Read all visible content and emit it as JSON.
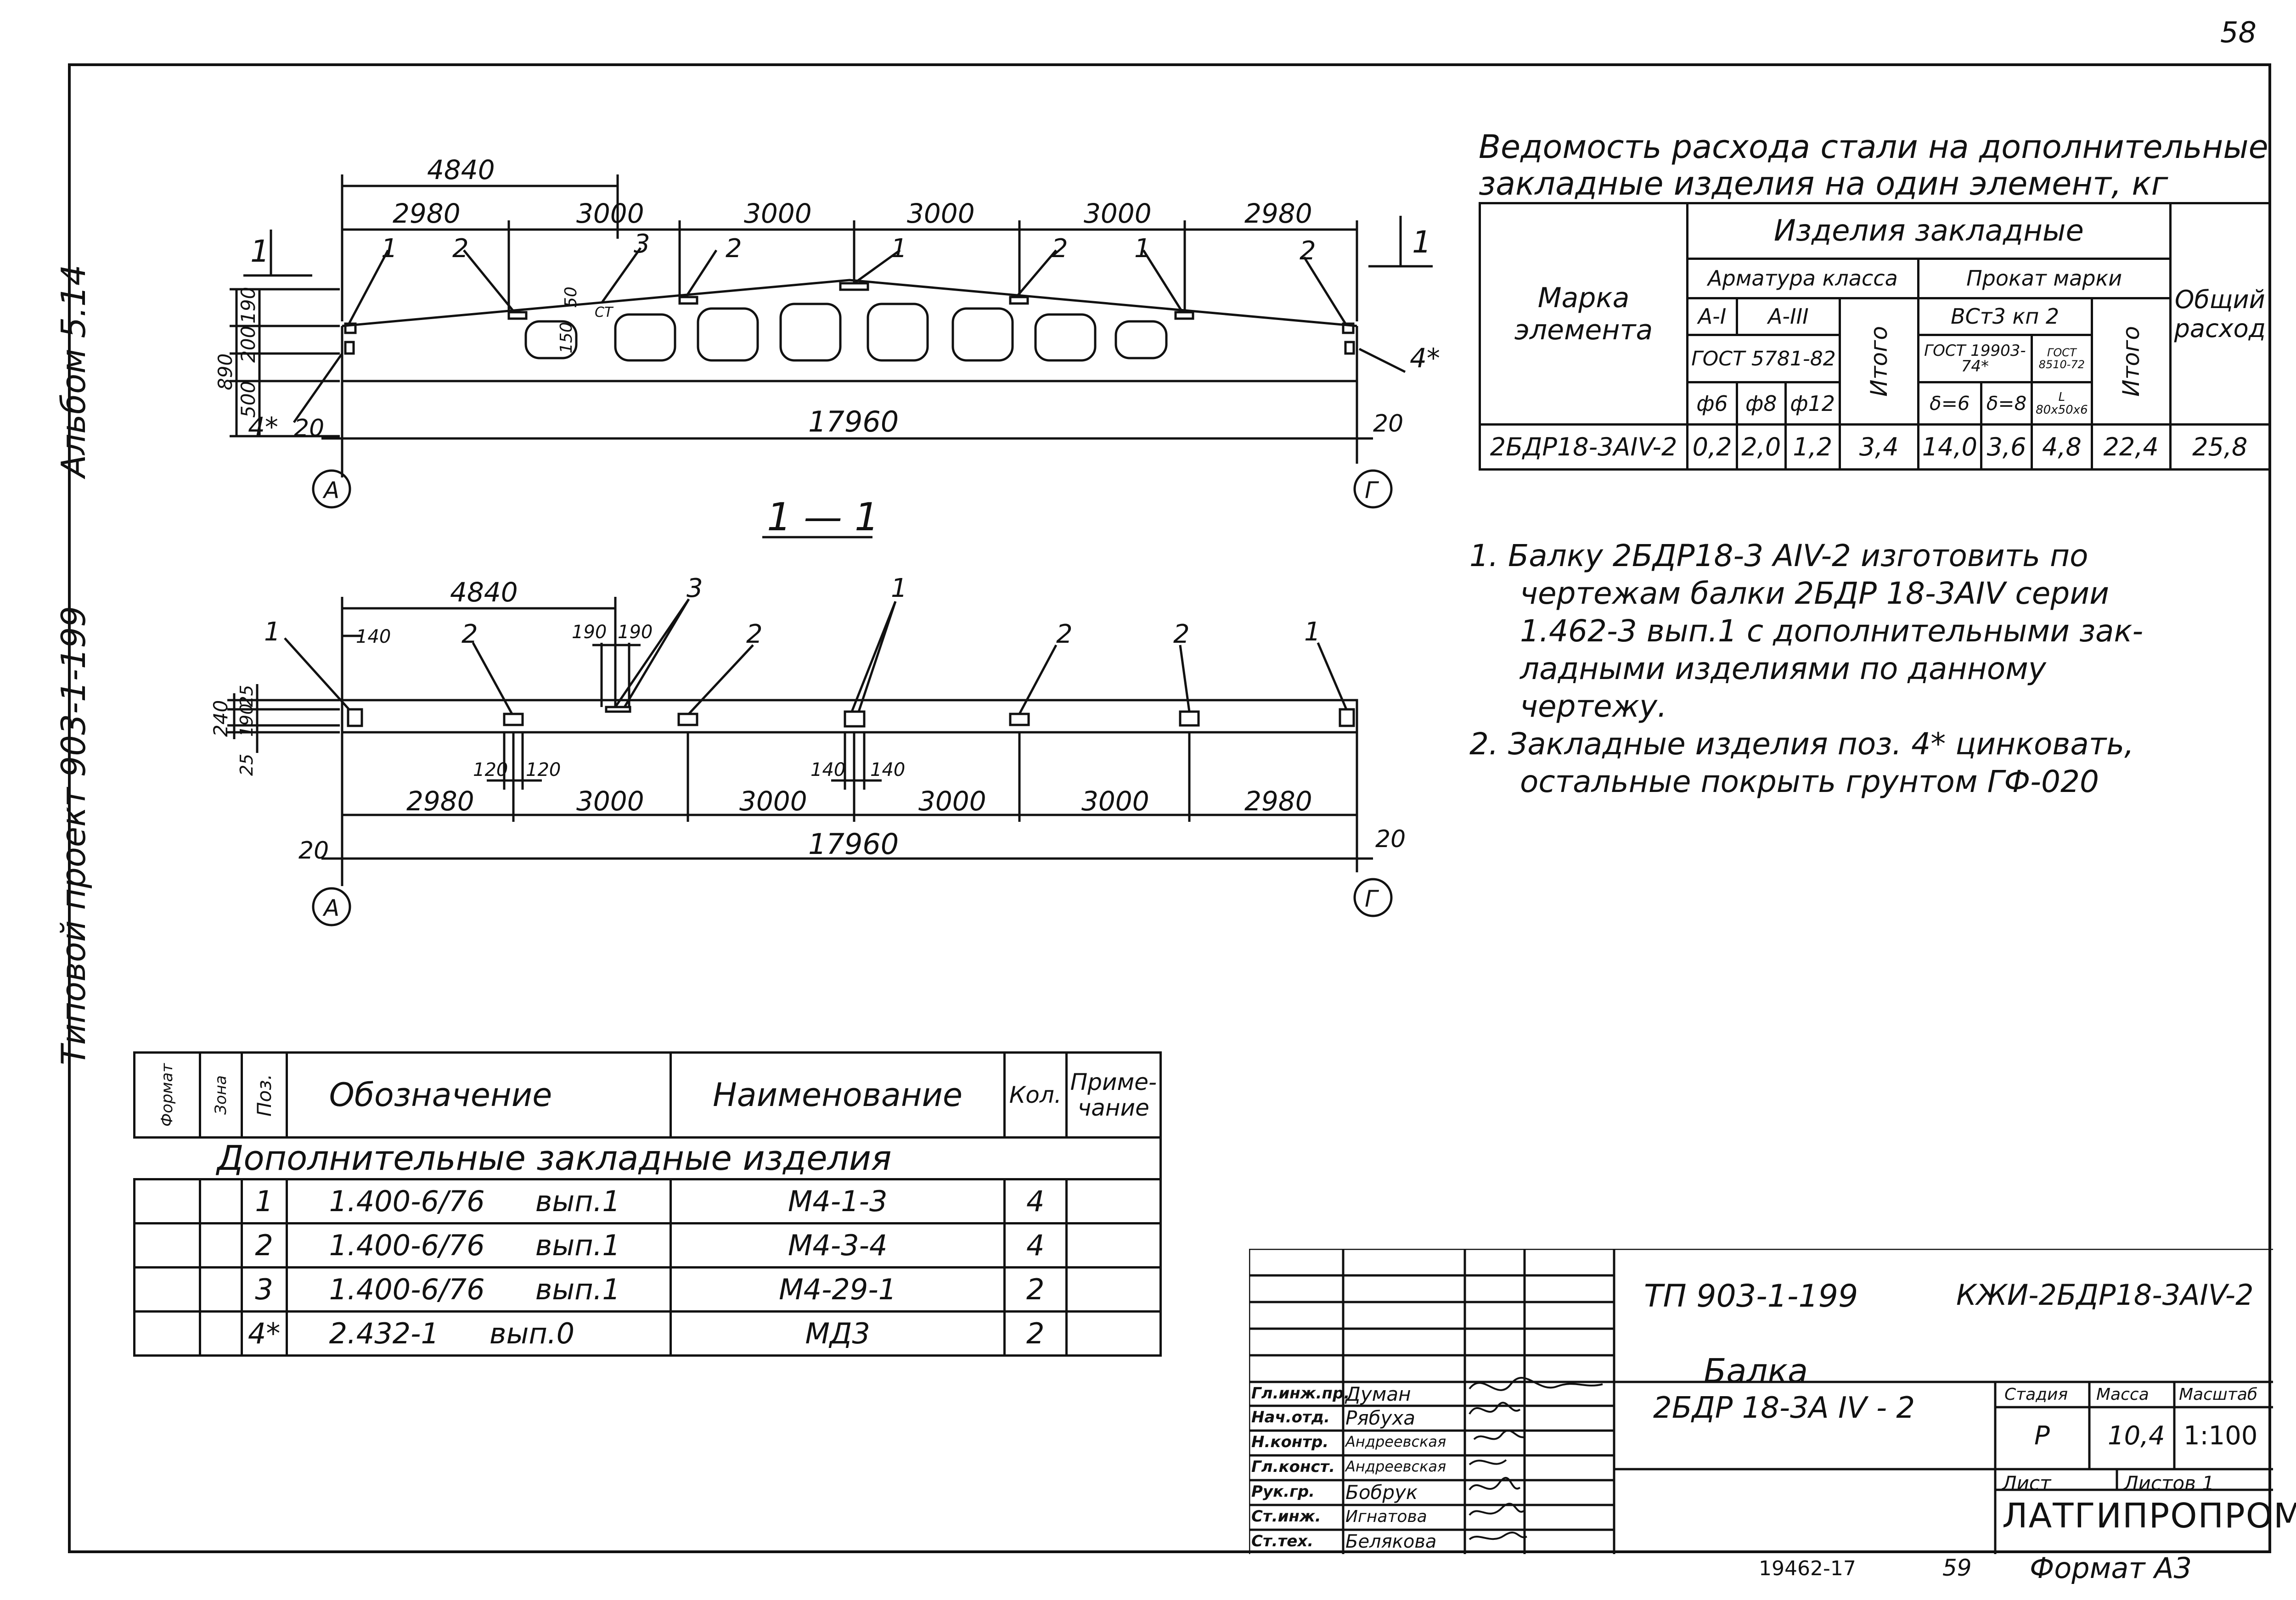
{
  "page_number": "58",
  "side_title": {
    "album": "Альбом 5.14",
    "project": "Типовой проект 903-1-199"
  },
  "elevation": {
    "dims_top": [
      "4840",
      "2980",
      "3000",
      "3000",
      "3000",
      "3000",
      "2980"
    ],
    "total": "17960",
    "heights": [
      "190",
      "200",
      "500",
      "890"
    ],
    "small": [
      "50",
      "150",
      "20",
      "20"
    ],
    "positions": [
      "1",
      "2",
      "3",
      "1",
      "2",
      "2",
      "1",
      "2"
    ],
    "pos4": "4*",
    "axes": [
      "А",
      "Г"
    ],
    "section_mark": "1",
    "misc": "СТ"
  },
  "section_title": "1 — 1",
  "plan": {
    "dims_top": [
      "4840",
      "140",
      "190",
      "190"
    ],
    "dims_inner": [
      "120",
      "120",
      "140",
      "140"
    ],
    "dims_bottom": [
      "2980",
      "3000",
      "3000",
      "3000",
      "3000",
      "2980"
    ],
    "total": "17960",
    "heights": [
      "240",
      "25",
      "190",
      "25"
    ],
    "ends": [
      "20",
      "20"
    ],
    "positions": [
      "1",
      "2",
      "3",
      "2",
      "1",
      "2",
      "2",
      "1"
    ]
  },
  "steel_table": {
    "title_line1": "Ведомость расхода стали на дополнительные",
    "title_line2": "закладные изделия на один элемент, кг",
    "h_marka": "Марка элемента",
    "h_izdelia": "Изделия закладные",
    "h_armatura": "Арматура класса",
    "h_prokat": "Прокат марки",
    "h_obshiy": "Общий расход",
    "h_a1": "А-I",
    "h_a3": "А-III",
    "h_itogo": "Итого",
    "h_vst": "ВСт3 кп 2",
    "h_gost5781": "ГОСТ 5781-82",
    "h_gost19903": "ГОСТ 19903-74*",
    "h_gost8510": "ГОСТ 8510-72",
    "h_ugolok": "L 80x50x6",
    "h_d6": "ф6",
    "h_d8": "ф8",
    "h_d12": "ф12",
    "h_t6": "δ=6",
    "h_t8": "δ=8",
    "row": [
      "2БДР18-3АIV-2",
      "0,2",
      "2,0",
      "1,2",
      "3,4",
      "14,0",
      "3,6",
      "4,8",
      "22,4",
      "25,8"
    ]
  },
  "notes": [
    "1. Балку 2БДР18-3 АIV-2 изготовить по",
    "чертежам балки 2БДР 18-3АIV серии",
    "1.462-3 вып.1 с дополнительными зак-",
    "ладными изделиями по данному",
    "чертежу.",
    "2. Закладные изделия поз. 4* цинковать,",
    "остальные покрыть грунтом ГФ-020"
  ],
  "spec": {
    "h_format": "Формат",
    "h_zona": "Зона",
    "h_poz": "Поз.",
    "h_oboz": "Обозначение",
    "h_naim": "Наименование",
    "h_kol": "Кол.",
    "h_prim": "Приме- чание",
    "section": "Дополнительные закладные изделия",
    "rows": [
      {
        "poz": "1",
        "oboz": "1.400-6/76",
        "vyp": "вып.1",
        "naim": "М4-1-3",
        "kol": "4"
      },
      {
        "poz": "2",
        "oboz": "1.400-6/76",
        "vyp": "вып.1",
        "naim": "М4-3-4",
        "kol": "4"
      },
      {
        "poz": "3",
        "oboz": "1.400-6/76",
        "vyp": "вып.1",
        "naim": "М4-29-1",
        "kol": "2"
      },
      {
        "poz": "4*",
        "oboz": "2.432-1",
        "vyp": "вып.0",
        "naim": "МД3",
        "kol": "2"
      }
    ]
  },
  "stamp": {
    "code": "ТП 903-1-199",
    "sheet_code": "КЖИ-2БДР18-3АIV-2",
    "name1": "Балка",
    "name2": "2БДР 18-3А IV - 2",
    "h_stadia": "Стадия",
    "h_massa": "Масса",
    "h_masshtab": "Масштаб",
    "stadia": "Р",
    "massa": "10,4",
    "masshtab": "1:100",
    "list": "Лист",
    "listov": "Листов 1",
    "org": "ЛАТГИПРОПРОМ",
    "people": [
      {
        "role": "Гл.инж.пр.",
        "name": "Думан"
      },
      {
        "role": "Нач.отд.",
        "name": "Рябуха"
      },
      {
        "role": "Н.контр.",
        "name": "Андреевская"
      },
      {
        "role": "Гл.конст.",
        "name": "Андреевская"
      },
      {
        "role": "Рук.гр.",
        "name": "Бобрук"
      },
      {
        "role": "Ст.инж.",
        "name": "Игнатова"
      },
      {
        "role": "Ст.тех.",
        "name": "Белякова"
      }
    ]
  },
  "footer": {
    "archive": "19462-17",
    "n": "59",
    "format": "Формат А3"
  }
}
